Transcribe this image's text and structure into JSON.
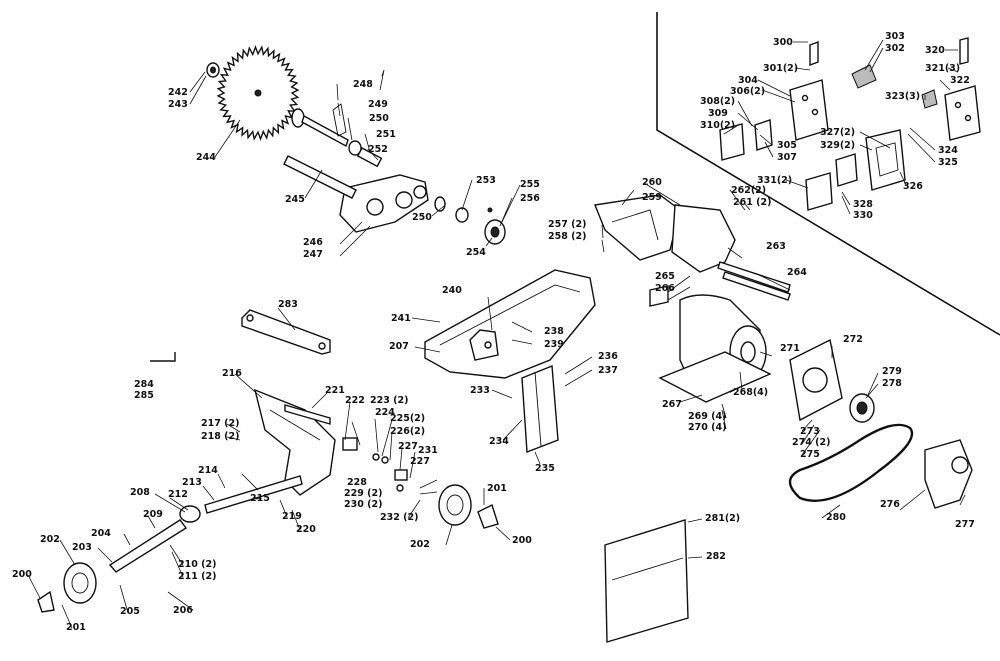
{
  "callouts": [
    {
      "id": "c200a",
      "text": "200"
    },
    {
      "id": "c201a",
      "text": "201"
    },
    {
      "id": "c202a",
      "text": "202"
    },
    {
      "id": "c203",
      "text": "203"
    },
    {
      "id": "c204",
      "text": "204"
    },
    {
      "id": "c205",
      "text": "205"
    },
    {
      "id": "c206",
      "text": "206"
    },
    {
      "id": "c207",
      "text": "207"
    },
    {
      "id": "c208",
      "text": "208"
    },
    {
      "id": "c209",
      "text": "209"
    },
    {
      "id": "c210",
      "text": "210 (2)"
    },
    {
      "id": "c211",
      "text": "211 (2)"
    },
    {
      "id": "c212",
      "text": "212"
    },
    {
      "id": "c213",
      "text": "213"
    },
    {
      "id": "c214",
      "text": "214"
    },
    {
      "id": "c215",
      "text": "215"
    },
    {
      "id": "c216",
      "text": "216"
    },
    {
      "id": "c217",
      "text": "217 (2)"
    },
    {
      "id": "c218",
      "text": "218 (2)"
    },
    {
      "id": "c219",
      "text": "219"
    },
    {
      "id": "c220",
      "text": "220"
    },
    {
      "id": "c221",
      "text": "221"
    },
    {
      "id": "c222",
      "text": "222"
    },
    {
      "id": "c223",
      "text": "223 (2)"
    },
    {
      "id": "c224",
      "text": "224"
    },
    {
      "id": "c225",
      "text": "225(2)"
    },
    {
      "id": "c226",
      "text": "226(2)"
    },
    {
      "id": "c227a",
      "text": "227"
    },
    {
      "id": "c227b",
      "text": "227"
    },
    {
      "id": "c228",
      "text": "228"
    },
    {
      "id": "c229",
      "text": "229 (2)"
    },
    {
      "id": "c230",
      "text": "230 (2)"
    },
    {
      "id": "c231",
      "text": "231"
    },
    {
      "id": "c232",
      "text": "232 (2)"
    },
    {
      "id": "c201b",
      "text": "201"
    },
    {
      "id": "c202b",
      "text": "202"
    },
    {
      "id": "c200b",
      "text": "200"
    },
    {
      "id": "c233",
      "text": "233"
    },
    {
      "id": "c234",
      "text": "234"
    },
    {
      "id": "c235",
      "text": "235"
    },
    {
      "id": "c236",
      "text": "236"
    },
    {
      "id": "c237",
      "text": "237"
    },
    {
      "id": "c238",
      "text": "238"
    },
    {
      "id": "c239",
      "text": "239"
    },
    {
      "id": "c240",
      "text": "240"
    },
    {
      "id": "c241",
      "text": "241"
    },
    {
      "id": "c242",
      "text": "242"
    },
    {
      "id": "c243",
      "text": "243"
    },
    {
      "id": "c244",
      "text": "244"
    },
    {
      "id": "c245",
      "text": "245"
    },
    {
      "id": "c246",
      "text": "246"
    },
    {
      "id": "c247",
      "text": "247"
    },
    {
      "id": "c248",
      "text": "248"
    },
    {
      "id": "c249",
      "text": "249"
    },
    {
      "id": "c250a",
      "text": "250"
    },
    {
      "id": "c251",
      "text": "251"
    },
    {
      "id": "c252",
      "text": "252"
    },
    {
      "id": "c250b",
      "text": "250"
    },
    {
      "id": "c253",
      "text": "253"
    },
    {
      "id": "c254",
      "text": "254"
    },
    {
      "id": "c255",
      "text": "255"
    },
    {
      "id": "c256",
      "text": "256"
    },
    {
      "id": "c257",
      "text": "257 (2)"
    },
    {
      "id": "c258",
      "text": "258 (2)"
    },
    {
      "id": "c259",
      "text": "259"
    },
    {
      "id": "c260",
      "text": "260"
    },
    {
      "id": "c261",
      "text": "261 (2)"
    },
    {
      "id": "c262",
      "text": "262(2)"
    },
    {
      "id": "c263",
      "text": "263"
    },
    {
      "id": "c264",
      "text": "264"
    },
    {
      "id": "c265",
      "text": "265"
    },
    {
      "id": "c266",
      "text": "266"
    },
    {
      "id": "c267",
      "text": "267"
    },
    {
      "id": "c268",
      "text": "268(4)"
    },
    {
      "id": "c269",
      "text": "269 (4)"
    },
    {
      "id": "c270",
      "text": "270 (4)"
    },
    {
      "id": "c271",
      "text": "271"
    },
    {
      "id": "c272",
      "text": "272"
    },
    {
      "id": "c273",
      "text": "273"
    },
    {
      "id": "c274",
      "text": "274 (2)"
    },
    {
      "id": "c275",
      "text": "275"
    },
    {
      "id": "c276",
      "text": "276"
    },
    {
      "id": "c277",
      "text": "277"
    },
    {
      "id": "c278",
      "text": "278"
    },
    {
      "id": "c279",
      "text": "279"
    },
    {
      "id": "c280",
      "text": "280"
    },
    {
      "id": "c281",
      "text": "281(2)"
    },
    {
      "id": "c282",
      "text": "282"
    },
    {
      "id": "c283",
      "text": "283"
    },
    {
      "id": "c284",
      "text": "284"
    },
    {
      "id": "c285",
      "text": "285"
    },
    {
      "id": "c300",
      "text": "300"
    },
    {
      "id": "c301",
      "text": "301(2)"
    },
    {
      "id": "c302",
      "text": "302"
    },
    {
      "id": "c303",
      "text": "303"
    },
    {
      "id": "c304",
      "text": "304"
    },
    {
      "id": "c305",
      "text": "305"
    },
    {
      "id": "c306",
      "text": "306(2)"
    },
    {
      "id": "c307",
      "text": "307"
    },
    {
      "id": "c308",
      "text": "308(2)"
    },
    {
      "id": "c309",
      "text": "309"
    },
    {
      "id": "c310",
      "text": "310(2)"
    },
    {
      "id": "c320",
      "text": "320"
    },
    {
      "id": "c321",
      "text": "321(3)"
    },
    {
      "id": "c322",
      "text": "322"
    },
    {
      "id": "c323",
      "text": "323(3)"
    },
    {
      "id": "c324",
      "text": "324"
    },
    {
      "id": "c325",
      "text": "325"
    },
    {
      "id": "c326",
      "text": "326"
    },
    {
      "id": "c327",
      "text": "327(2)"
    },
    {
      "id": "c328",
      "text": "328"
    },
    {
      "id": "c329",
      "text": "329(2)"
    },
    {
      "id": "c330",
      "text": "330"
    },
    {
      "id": "c331",
      "text": "331(2)"
    }
  ]
}
